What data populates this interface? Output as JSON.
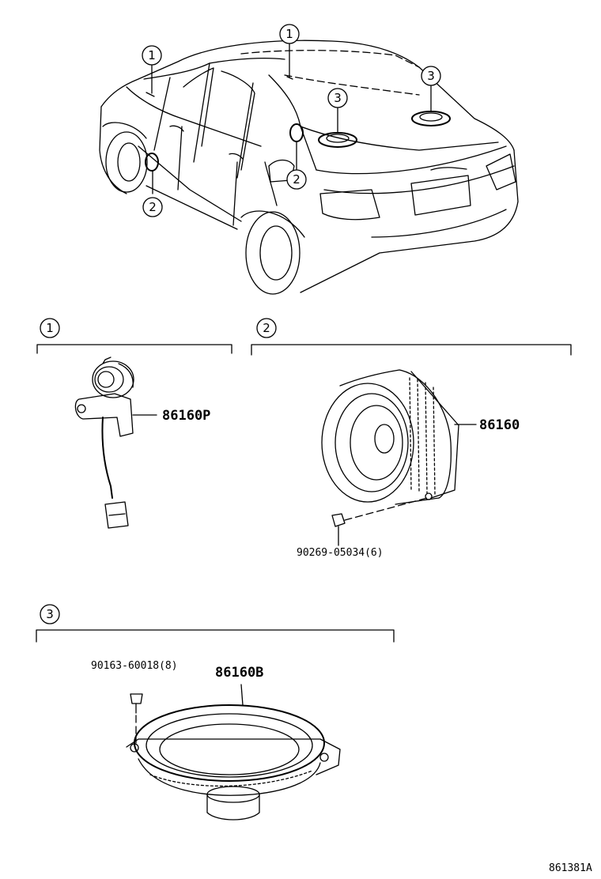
{
  "callouts": {
    "one": "1",
    "two": "2",
    "three": "3"
  },
  "parts": {
    "tweeter": "86160P",
    "door_speaker": "86160",
    "door_screw": "90269-05034(6)",
    "rear_screw": "90163-60018(8)",
    "rear_speaker": "86160B"
  },
  "diagram_code": "861381A"
}
